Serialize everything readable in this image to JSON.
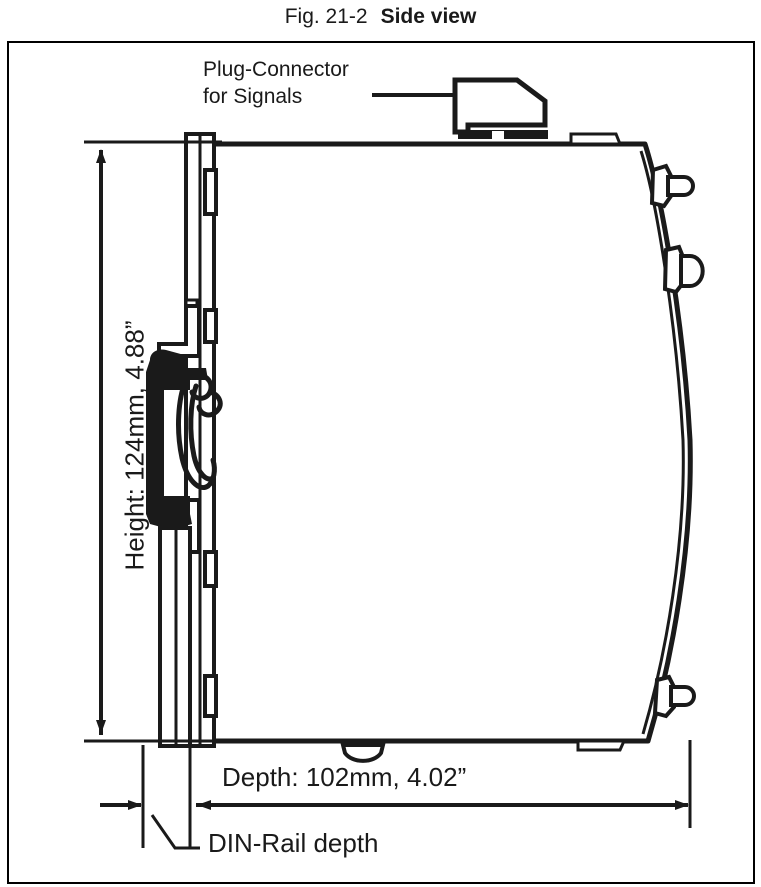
{
  "figure": {
    "number": "Fig. 21-2",
    "title": "Side view"
  },
  "annotations": {
    "plug_connector": "Plug-Connector for Signals",
    "plug_connector_line1": "Plug-Connector",
    "plug_connector_line2": "for Signals",
    "height_dimension": "Height: 124mm, 4.88”",
    "depth_dimension": "Depth: 102mm,  4.02”",
    "din_rail_depth": "DIN-Rail depth"
  },
  "dimensions": {
    "height_mm": 124,
    "height_in": 4.88,
    "depth_mm": 102,
    "depth_in": 4.02
  },
  "colors": {
    "line": "#1a1a1a",
    "fill": "#ffffff",
    "accent": "#000000"
  },
  "icons": {
    "pointer_arrow": "arrow-right-icon",
    "height_arrow": "dimension-arrow-vertical-icon",
    "depth_arrow": "dimension-arrow-horizontal-icon"
  }
}
